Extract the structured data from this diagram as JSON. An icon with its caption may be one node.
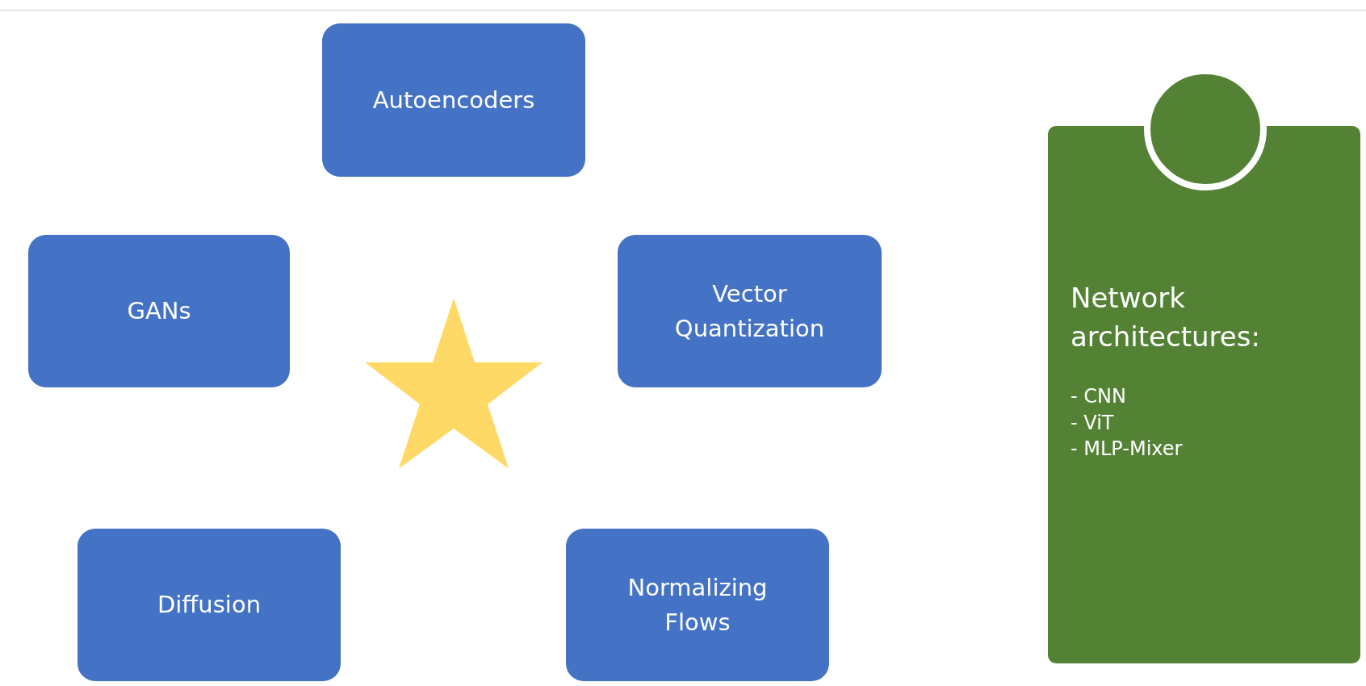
{
  "diagram": {
    "nodes": [
      {
        "text": [
          "Autoencoders"
        ]
      },
      {
        "text": [
          "GANs"
        ]
      },
      {
        "text": [
          "Vector Quantization"
        ]
      },
      {
        "text": [
          "Diffusion"
        ]
      },
      {
        "text": [
          "Normalizing Flows"
        ]
      },
      {
        "text": [
          "Network architectures:",
          "- CNN",
          "- ViT",
          "- MLP-Mixer"
        ]
      }
    ]
  }
}
